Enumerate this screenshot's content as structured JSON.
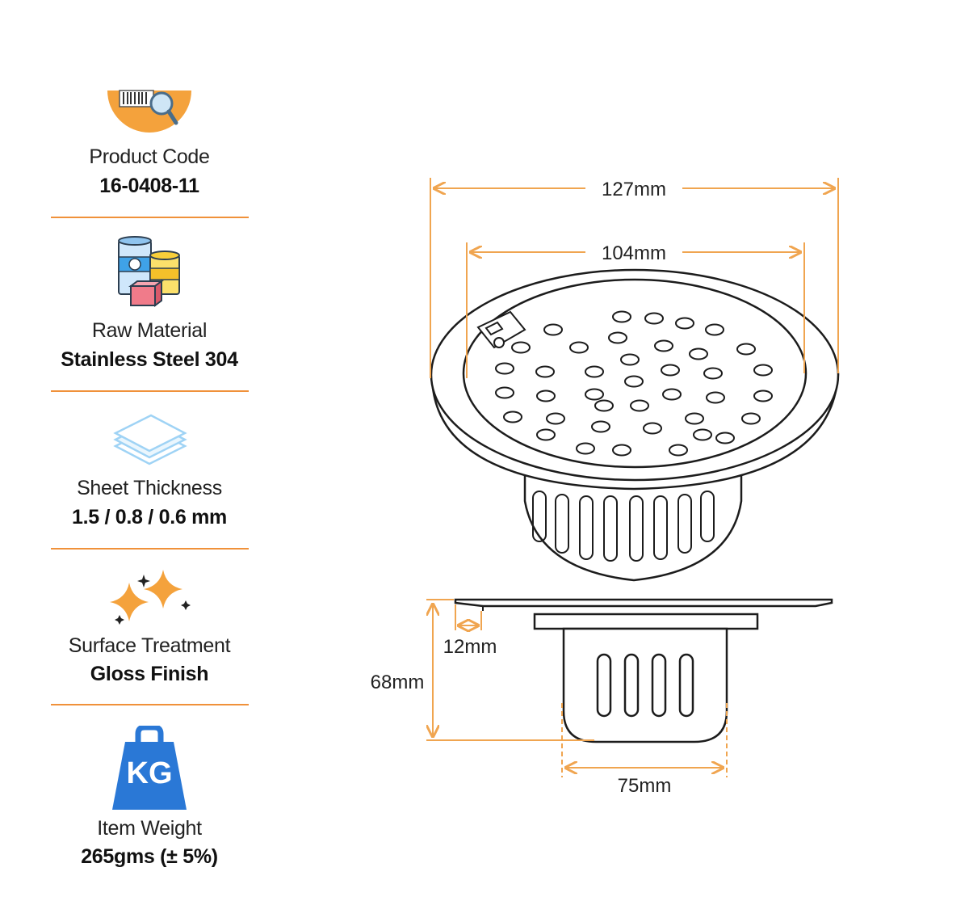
{
  "specs": [
    {
      "icon": "barcode-search-icon",
      "label": "Product Code",
      "value": "16-0408-11"
    },
    {
      "icon": "raw-material-icon",
      "label": "Raw Material",
      "value": "Stainless Steel 304"
    },
    {
      "icon": "sheet-layers-icon",
      "label": "Sheet Thickness",
      "value": "1.5 / 0.8 / 0.6 mm"
    },
    {
      "icon": "sparkle-icon",
      "label": "Surface Treatment",
      "value": "Gloss Finish"
    },
    {
      "icon": "weight-icon",
      "label": "Item Weight",
      "value": "265gms (± 5%)",
      "badge": "KG"
    }
  ],
  "dimensions": {
    "outer_width": "127mm",
    "inner_width": "104mm",
    "flange_height": "12mm",
    "total_height": "68mm",
    "body_width": "75mm"
  },
  "colors": {
    "accent": "#f0913a",
    "dimension_line": "#f0a550",
    "outline": "#1c1c1c",
    "weight_blue": "#2a78d6"
  }
}
